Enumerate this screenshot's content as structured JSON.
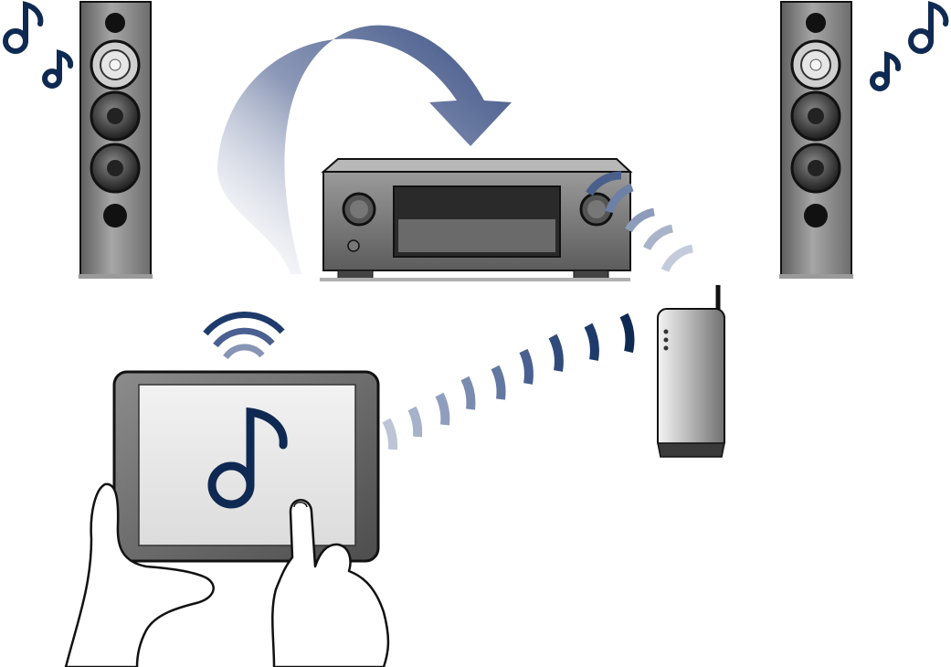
{
  "diagram": {
    "description_items": [
      {
        "id": "speaker-left",
        "icon": "floor-speaker-icon"
      },
      {
        "id": "speaker-right",
        "icon": "floor-speaker-icon"
      },
      {
        "id": "av-receiver",
        "icon": "av-receiver-icon"
      },
      {
        "id": "wifi-router",
        "icon": "wireless-router-icon"
      },
      {
        "id": "tablet",
        "icon": "tablet-icon"
      }
    ],
    "flow_arrow": {
      "from": "tablet",
      "to": "av-receiver",
      "icon": "curved-arrow-icon"
    },
    "colors": {
      "navy": "#0f2a52",
      "signal_dark": "#1d3a6b",
      "signal_light": "#b4bdcd",
      "speaker_body": "#8a8a8a",
      "receiver_body": "#7c7c7c",
      "outline": "#111111"
    }
  }
}
